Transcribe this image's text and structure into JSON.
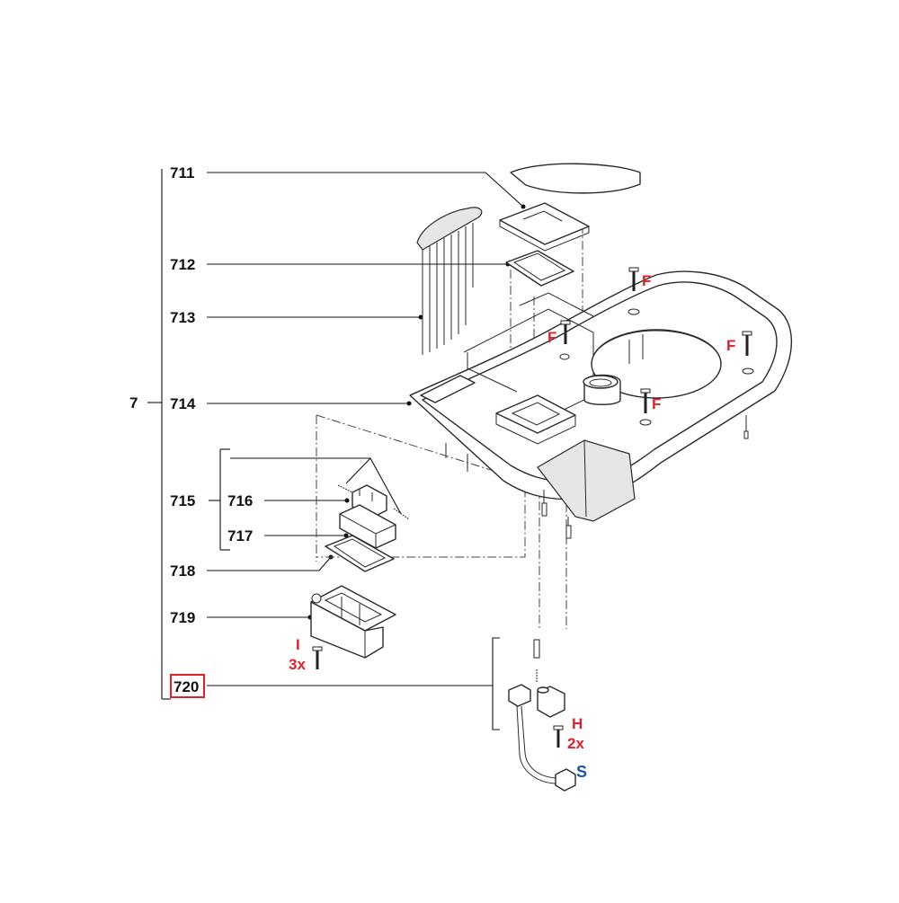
{
  "labels": {
    "group": "7",
    "p711": "711",
    "p712": "712",
    "p713": "713",
    "p714": "714",
    "p715": "715",
    "p716": "716",
    "p717": "717",
    "p718": "718",
    "p719": "719",
    "p720": "720"
  },
  "markers": {
    "F": "F",
    "H": "H",
    "H_qty": "2x",
    "I": "I",
    "I_qty": "3x",
    "S": "S"
  },
  "colors": {
    "marker_red": "#e0202a",
    "marker_blue": "#1a4fb4",
    "highlight_box": "#e0202a"
  }
}
